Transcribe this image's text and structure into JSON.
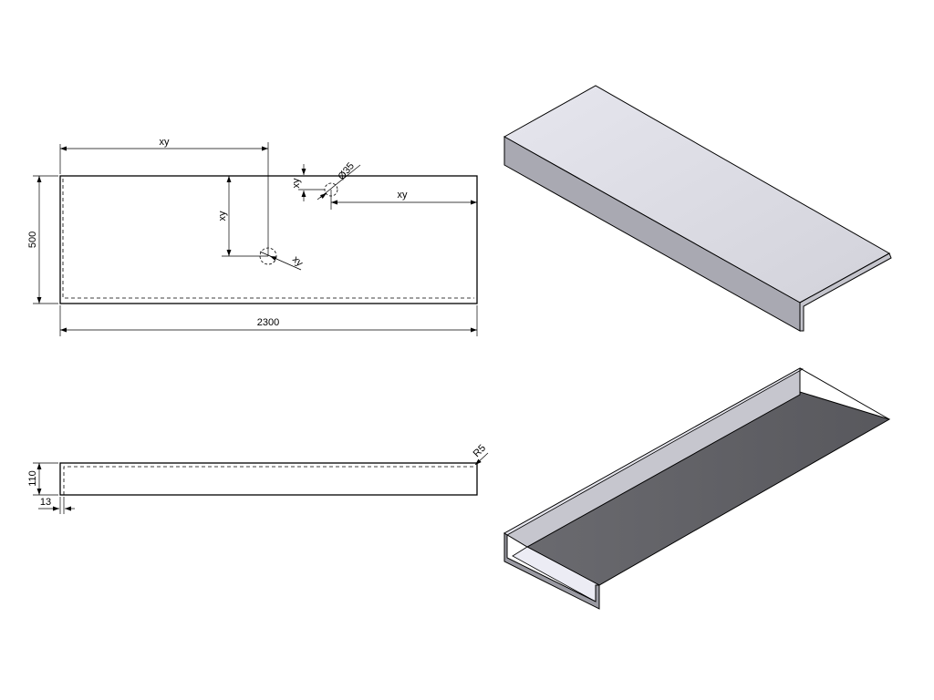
{
  "plan_view": {
    "dim_hole_large_x": "xy",
    "dim_hole_large_y": "xy",
    "dim_hole_large_size": "xy",
    "dim_hole_small_y": "xy",
    "dim_hole_small_x": "xy",
    "dim_hole_small_diameter": "Ø35",
    "dim_depth": "500",
    "dim_length": "2300"
  },
  "side_view": {
    "dim_height": "110",
    "dim_thickness": "13",
    "dim_radius": "R5"
  },
  "colors": {
    "line": "#000000",
    "top_surface": "#dcdce4",
    "front_edge": "#a9a9b2",
    "underside": "#5e5e63",
    "inner_light": "#ececf4"
  }
}
